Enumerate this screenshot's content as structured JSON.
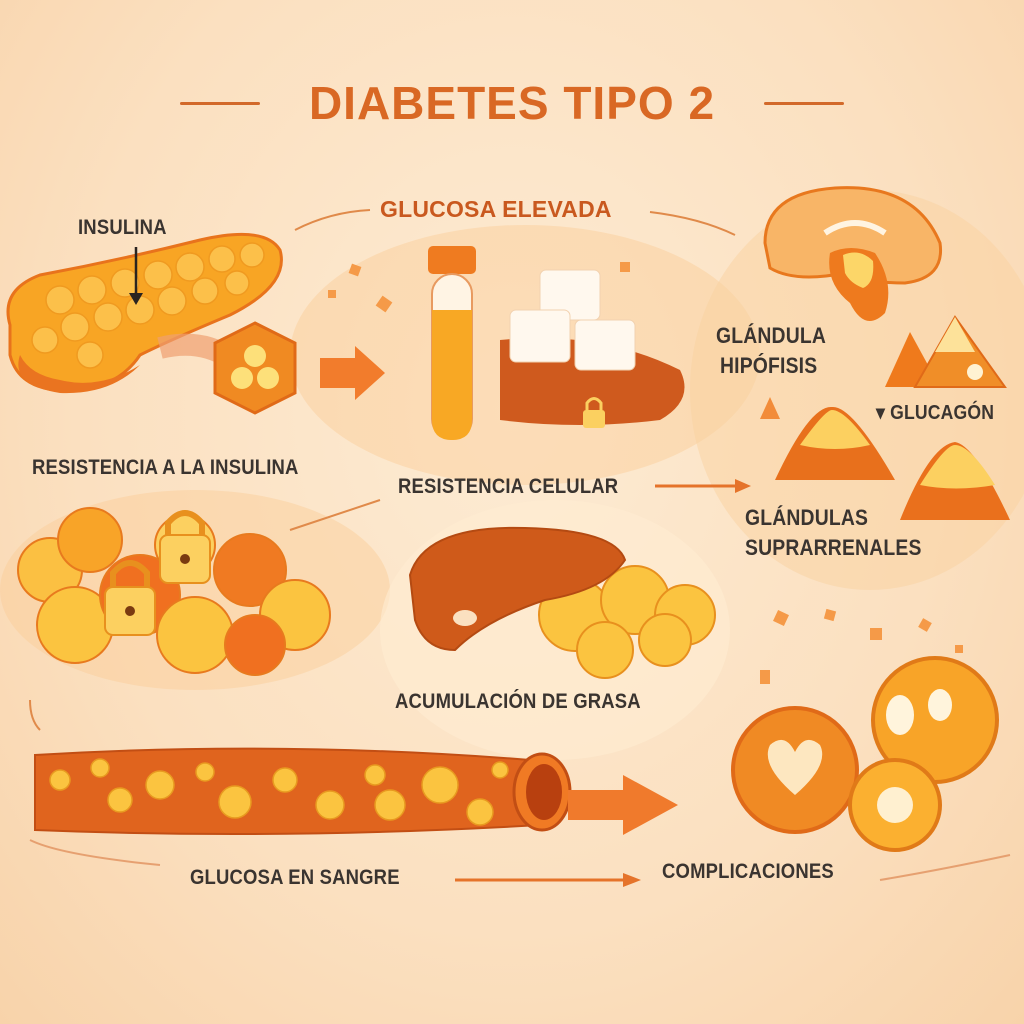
{
  "title": "DIABETES TIPO 2",
  "labels": {
    "insulina": "INSULINA",
    "glucosa_elevada": "GLUCOSA ELEVADA",
    "glandula_hipofisis_line1": "GLÁNDULA",
    "glandula_hipofisis_line2": "HIPÓFISIS",
    "glucagon": "GLUCAGÓN",
    "resistencia_insulina": "RESISTENCIA A LA INSULINA",
    "resistencia_celular": "RESISTENCIA CELULAR",
    "glandulas_suprarrenales_line1": "GLÁNDULAS",
    "glandulas_suprarrenales_line2": "SUPRARRENALES",
    "acumulacion_grasa": "ACUMULACIÓN DE GRASA",
    "glucosa_sangre": "GLUCOSA EN SANGRE",
    "complicaciones": "COMPLICACIONES"
  },
  "colors": {
    "title": "#d96824",
    "text": "#3a3430",
    "orange": "#ee7a22",
    "dark_orange": "#c9531c",
    "yellow": "#fbc840",
    "background": "#fbe3c6"
  },
  "icons": [
    "pancreas-icon",
    "hormone-hexagon-icon",
    "test-tube-icon",
    "sugar-cubes-icon",
    "padlock-icon",
    "brain-pituitary-icon",
    "adrenal-gland-icon",
    "fat-cells-icon",
    "liver-icon",
    "blood-vessel-icon",
    "heart-cell-icon"
  ]
}
